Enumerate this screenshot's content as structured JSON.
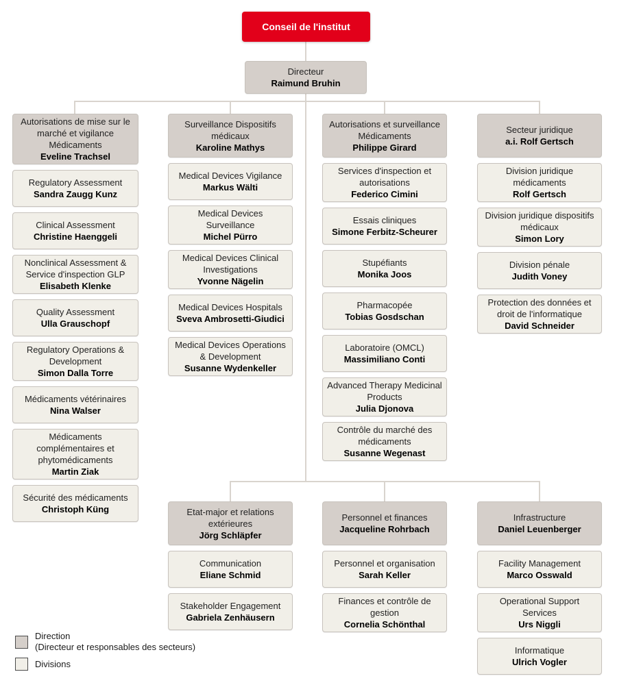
{
  "root": {
    "label": "Conseil de l'institut"
  },
  "director": {
    "title": "Directeur",
    "name": "Raimund Bruhin"
  },
  "columns": [
    {
      "header": {
        "title": "Autorisations de mise sur le marché et vigilance Médicaments",
        "name": "Eveline Trachsel"
      },
      "divisions": [
        {
          "title": "Regulatory Assessment",
          "name": "Sandra Zaugg Kunz"
        },
        {
          "title": "Clinical Assessment",
          "name": "Christine Haenggeli"
        },
        {
          "title": "Nonclinical Assessment & Service d'inspection GLP",
          "name": "Elisabeth Klenke"
        },
        {
          "title": "Quality Assessment",
          "name": "Ulla Grauschopf"
        },
        {
          "title": "Regulatory Operations & Development",
          "name": "Simon Dalla Torre"
        },
        {
          "title": "Médicaments vétérinaires",
          "name": "Nina Walser"
        },
        {
          "title": "Médicaments complémentaires et phytomédicaments",
          "name": "Martin Ziak"
        },
        {
          "title": "Sécurité des médicaments",
          "name": "Christoph Küng"
        }
      ]
    },
    {
      "header": {
        "title": "Surveillance Dispositifs médicaux",
        "name": "Karoline Mathys"
      },
      "divisions": [
        {
          "title": "Medical Devices Vigilance",
          "name": "Markus Wälti"
        },
        {
          "title": "Medical Devices Surveillance",
          "name": "Michel Pürro"
        },
        {
          "title": "Medical Devices Clinical Investigations",
          "name": "Yvonne Nägelin"
        },
        {
          "title": "Medical Devices Hospitals",
          "name": "Sveva Ambrosetti-Giudici"
        },
        {
          "title": "Medical Devices Operations & Development",
          "name": "Susanne Wydenkeller"
        }
      ]
    },
    {
      "header": {
        "title": "Autorisations et surveillance Médicaments",
        "name": "Philippe Girard"
      },
      "divisions": [
        {
          "title": "Services d'inspection et autorisations",
          "name": "Federico Cimini"
        },
        {
          "title": "Essais cliniques",
          "name": "Simone Ferbitz-Scheurer"
        },
        {
          "title": "Stupéfiants",
          "name": "Monika Joos"
        },
        {
          "title": "Pharmacopée",
          "name": "Tobias Gosdschan"
        },
        {
          "title": "Laboratoire (OMCL)",
          "name": "Massimiliano Conti"
        },
        {
          "title": "Advanced Therapy Medicinal Products",
          "name": "Julia Djonova"
        },
        {
          "title": "Contrôle du marché des médicaments",
          "name": "Susanne Wegenast"
        }
      ]
    },
    {
      "header": {
        "title": "Secteur juridique",
        "name": "a.i. Rolf Gertsch"
      },
      "divisions": [
        {
          "title": "Division juridique médicaments",
          "name": "Rolf Gertsch"
        },
        {
          "title": "Division juridique dispositifs médicaux",
          "name": "Simon Lory"
        },
        {
          "title": "Division pénale",
          "name": "Judith Voney"
        },
        {
          "title": "Protection des données et droit de l'informatique",
          "name": "David Schneider"
        }
      ]
    }
  ],
  "bottom_columns": [
    {
      "header": {
        "title": "Etat-major et relations extérieures",
        "name": "Jörg Schläpfer"
      },
      "divisions": [
        {
          "title": "Communication",
          "name": "Eliane Schmid"
        },
        {
          "title": "Stakeholder Engagement",
          "name": "Gabriela Zenhäusern"
        }
      ]
    },
    {
      "header": {
        "title": "Personnel et finances",
        "name": "Jacqueline Rohrbach"
      },
      "divisions": [
        {
          "title": "Personnel et organisation",
          "name": "Sarah Keller"
        },
        {
          "title": "Finances et contrôle de gestion",
          "name": "Cornelia Schönthal"
        }
      ]
    },
    {
      "header": {
        "title": "Infrastructure",
        "name": "Daniel Leuenberger"
      },
      "divisions": [
        {
          "title": "Facility Management",
          "name": "Marco Osswald"
        },
        {
          "title": "Operational Support Services",
          "name": "Urs Niggli"
        },
        {
          "title": "Informatique",
          "name": "Ulrich Vogler"
        }
      ]
    }
  ],
  "legend": {
    "direction_label": "Direction",
    "direction_sublabel": "(Directeur et responsables des secteurs)",
    "divisions_label": "Divisions"
  },
  "colors": {
    "root_bg": "#e2001a",
    "direction_bg": "#d5cfca",
    "division_bg": "#f1efe8",
    "border": "#c7c2bc",
    "line": "#d9d4ce"
  }
}
